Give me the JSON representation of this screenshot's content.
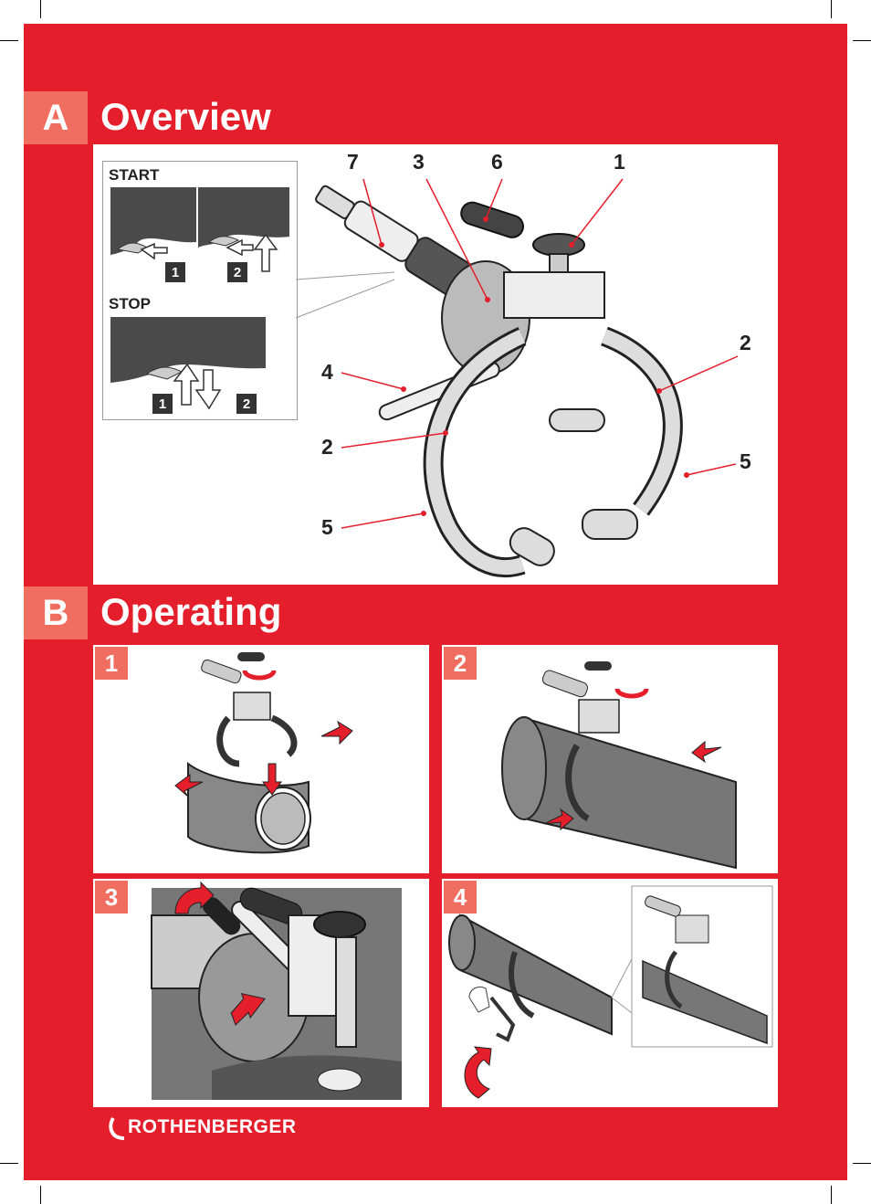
{
  "section_a": {
    "letter": "A",
    "title": "Overview"
  },
  "section_b": {
    "letter": "B",
    "title": "Operating"
  },
  "overview": {
    "inset_start_label": "START",
    "inset_stop_label": "STOP",
    "inset_steps": [
      "1",
      "2"
    ],
    "callouts": {
      "c7": "7",
      "c3": "3",
      "c6": "6",
      "c1": "1",
      "c2_right": "2",
      "c4": "4",
      "c2_left": "2",
      "c5_right": "5",
      "c5_left": "5"
    }
  },
  "operating_steps": [
    "1",
    "2",
    "3",
    "4"
  ],
  "brand": {
    "name": "ROTHENBERGER"
  },
  "colors": {
    "red": "#e41e2b",
    "salmon": "#f06e60",
    "white": "#ffffff",
    "dark": "#333333"
  }
}
